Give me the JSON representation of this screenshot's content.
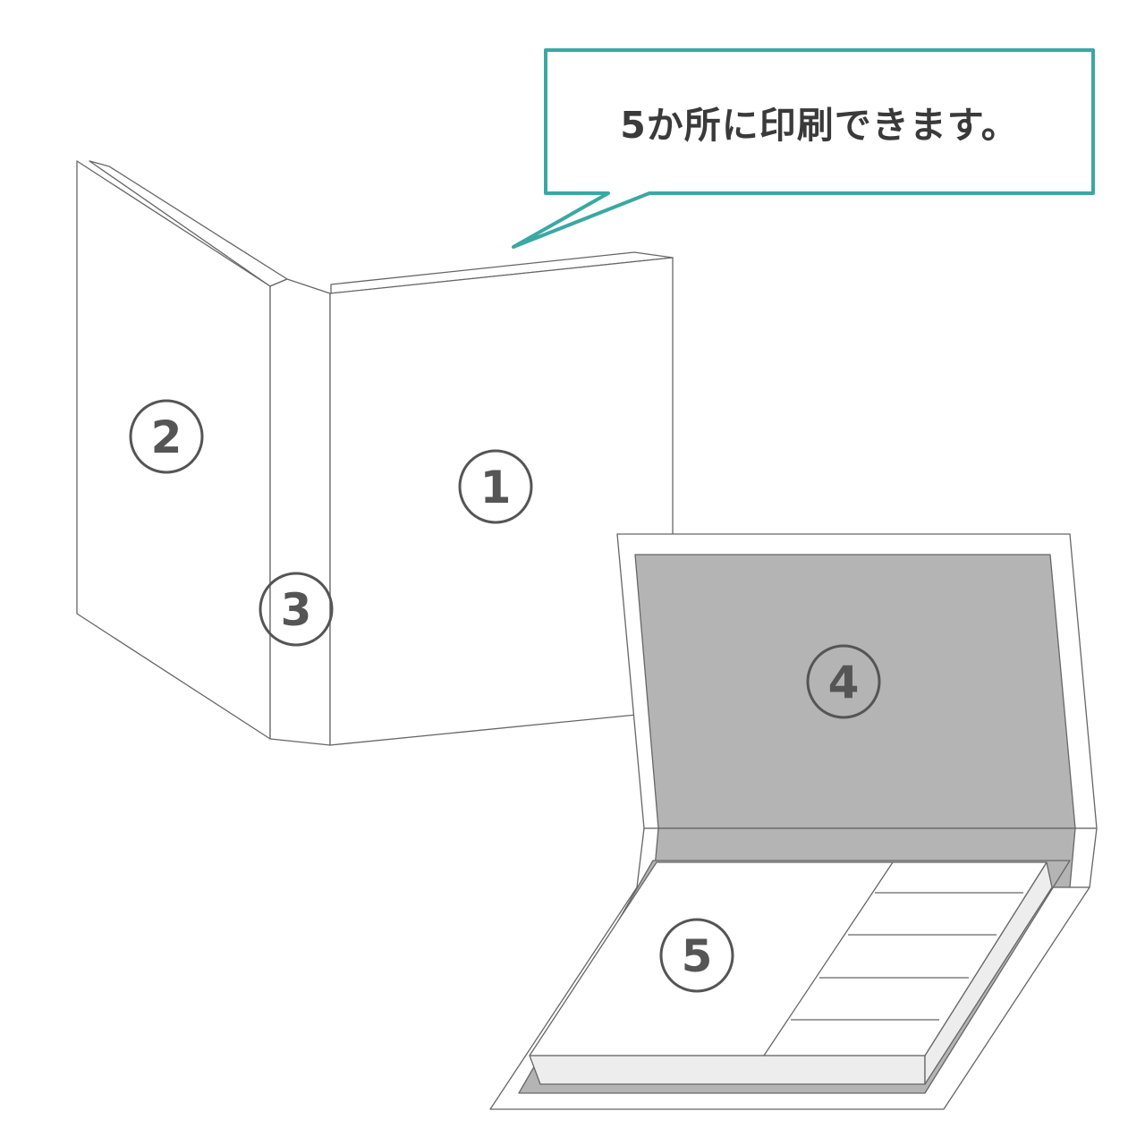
{
  "callout": {
    "text": "5か所に印刷できます。",
    "border_color": "#3aa8a4"
  },
  "markers": {
    "front_cover": "1",
    "back_cover": "2",
    "spine": "3",
    "inner_lid": "4",
    "inner_tray": "5"
  },
  "colors": {
    "line": "#666666",
    "inner_lid_fill": "#b4b4b4",
    "tray_edge_fill": "#ededed",
    "marker": "#555555"
  }
}
